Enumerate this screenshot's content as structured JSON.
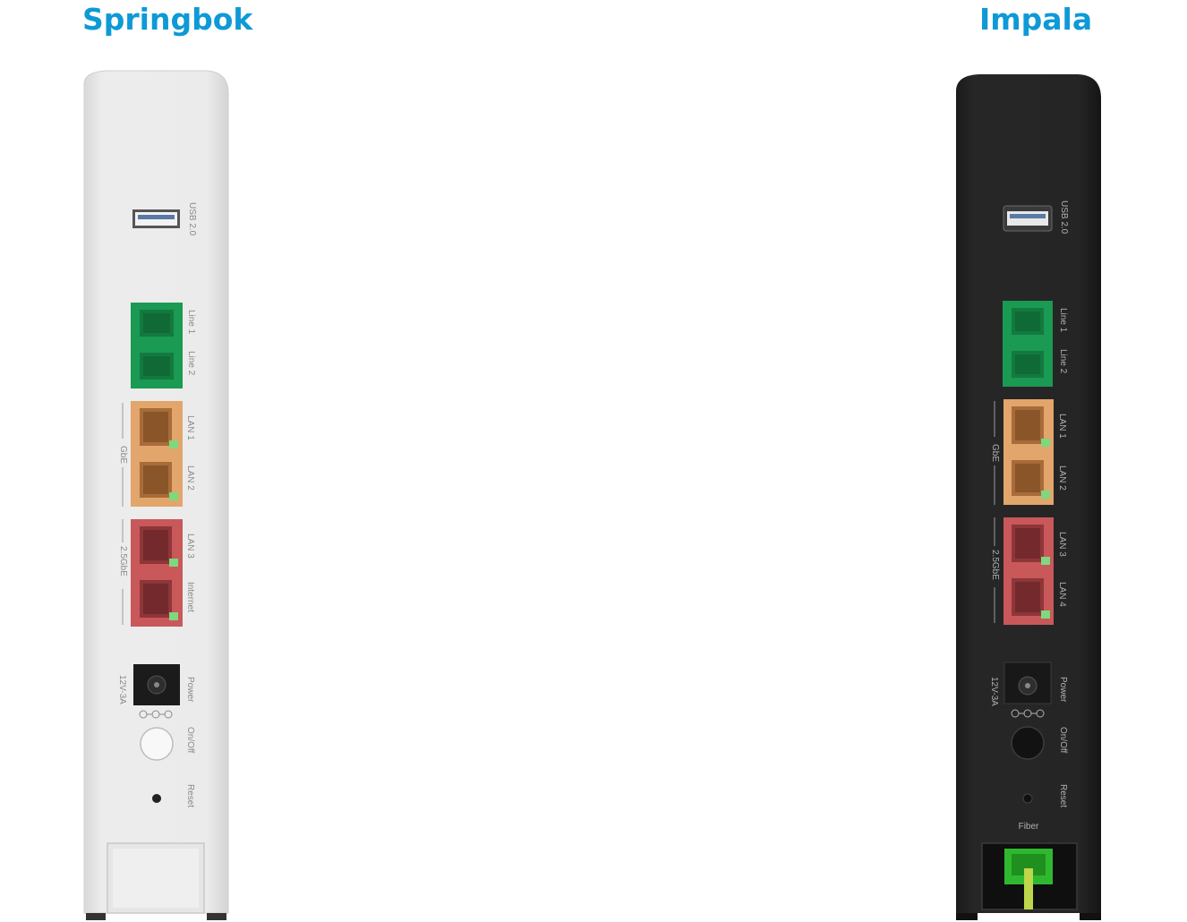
{
  "titles": {
    "left": "Springbok",
    "right": "Impala"
  },
  "colors": {
    "title": "#0d9ad6",
    "springbok_body": "#eaeaea",
    "impala_body": "#232323",
    "phone_jack": "#1a9a52",
    "gbe_port": "#e2a56b",
    "multi_gbe_port": "#c9585a",
    "link_led": "#7ed87e",
    "fiber_connector": "#2fb82f"
  },
  "springbok": {
    "usb_label": "USB 2.0",
    "line1_label": "Line 1",
    "line2_label": "Line 2",
    "gbe_group_label": "GbE",
    "lan1_label": "LAN 1",
    "lan2_label": "LAN 2",
    "multi_group_label": "2.5GbE",
    "lan3_label": "LAN 3",
    "internet_label": "Internet",
    "power_label": "Power",
    "voltage_label": "12V-3A",
    "onoff_label": "On/Off",
    "reset_label": "Reset"
  },
  "impala": {
    "usb_label": "USB 2.0",
    "line1_label": "Line 1",
    "line2_label": "Line 2",
    "gbe_group_label": "GbE",
    "lan1_label": "LAN 1",
    "lan2_label": "LAN 2",
    "multi_group_label": "2.5GbE",
    "lan3_label": "LAN 3",
    "lan4_label": "LAN 4",
    "power_label": "Power",
    "voltage_label": "12V-3A",
    "onoff_label": "On/Off",
    "reset_label": "Reset",
    "fiber_label": "Fiber"
  }
}
